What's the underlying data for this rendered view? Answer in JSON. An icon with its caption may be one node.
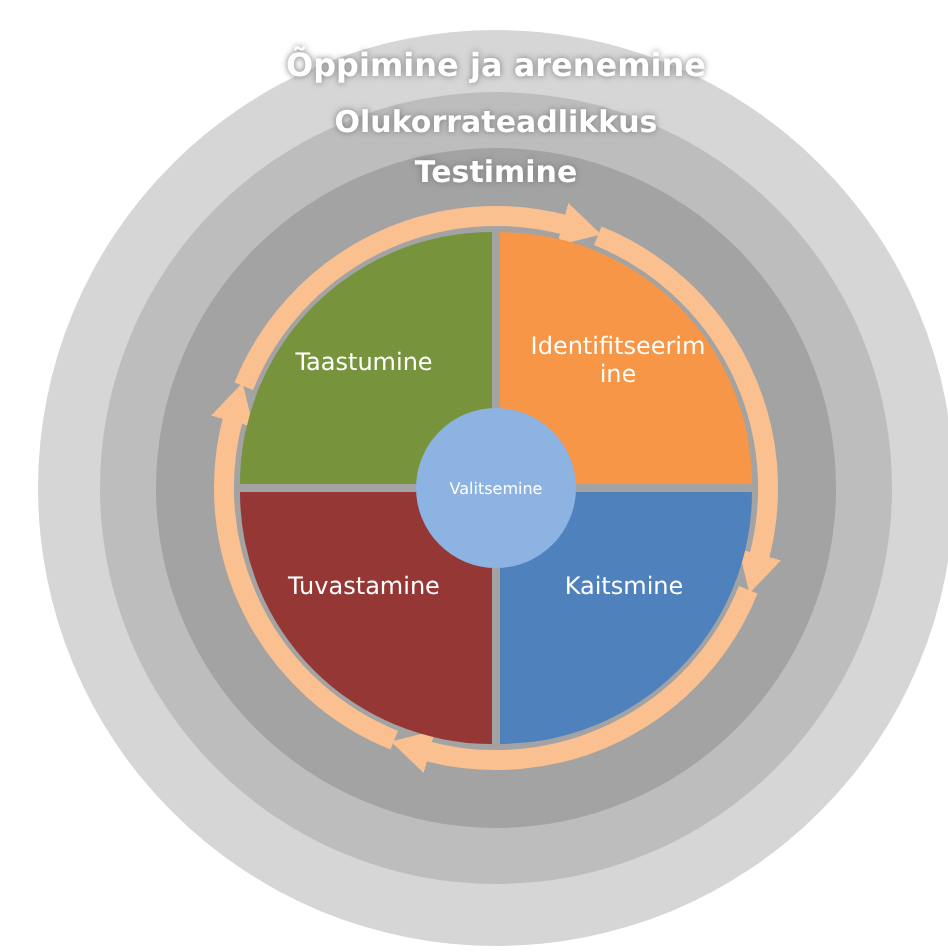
{
  "diagram": {
    "nodes": [
      {
        "text": [
          "Õppimine ja arenemine"
        ]
      },
      {
        "text": [
          "Olukorrateadlikkus"
        ],
        "in": 0
      },
      {
        "text": [
          "Testimine"
        ],
        "in": 1
      },
      {
        "text": [
          "Taastumine"
        ],
        "in": 2
      },
      {
        "text": [
          "Identifitseerimine"
        ],
        "in": 2
      },
      {
        "text": [
          "Tuvastamine"
        ],
        "in": 2
      },
      {
        "text": [
          "Kaitsmine"
        ],
        "in": 2
      },
      {
        "text": [
          "Valitsemine"
        ],
        "in": 2
      }
    ],
    "edges": [
      {
        "from": 3,
        "to": 4,
        "arrow": "to"
      },
      {
        "from": 4,
        "to": 6,
        "arrow": "to"
      },
      {
        "from": 6,
        "to": 5,
        "arrow": "to"
      },
      {
        "from": 5,
        "to": 3,
        "arrow": "to"
      }
    ]
  }
}
